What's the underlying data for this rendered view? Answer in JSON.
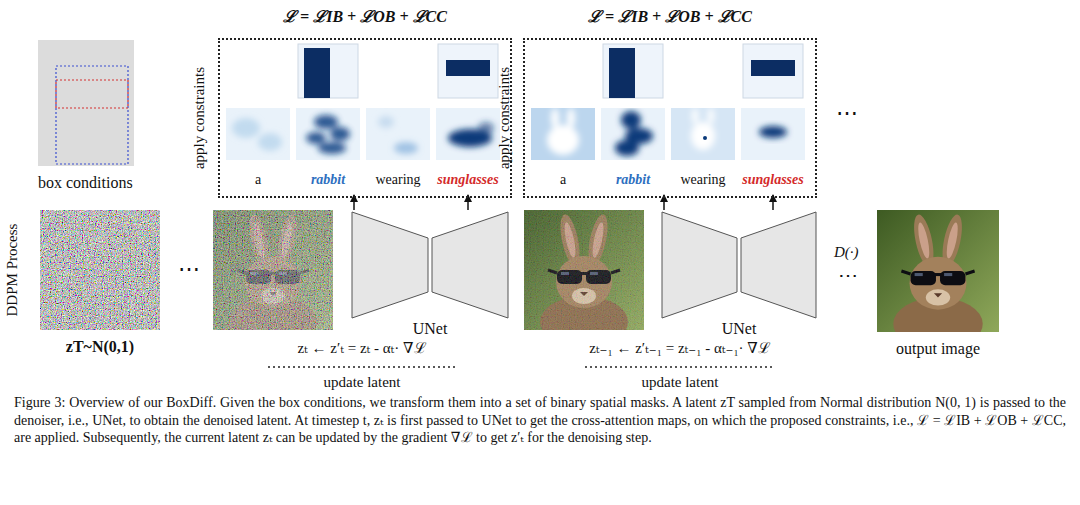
{
  "diagram": {
    "caption": "Figure 3: Overview of our BoxDiff. Given the box conditions, we transform them into a set of binary spatial masks. A latent zT sampled from Normal distribution N(0, 1) is passed to the denoiser, i.e., UNet, to obtain the denoised latent. At timestep t, zₜ is first passed to UNet to get the cross-attention maps, on which the proposed constraints, i.e., ℒ = ℒIB + ℒOB + ℒCC, are applied. Subsequently, the current latent zₜ can be updated by the gradient ∇ℒ to get z′ₜ for the denoising step.",
    "nodes": [
      {
        "text": [
          "box conditions"
        ]
      },
      {
        "text": [
          "ℒ = ℒIB + ℒOB + ℒCC",
          "apply constraints"
        ]
      },
      {
        "text": [
          "a"
        ],
        "in": 1
      },
      {
        "text": [
          "rabbit"
        ],
        "in": 1
      },
      {
        "text": [
          "wearing"
        ],
        "in": 1
      },
      {
        "text": [
          "sunglasses"
        ],
        "in": 1
      },
      {
        "text": [
          "ℒ = ℒIB + ℒOB + ℒCC",
          "apply constraints"
        ]
      },
      {
        "text": [
          "a"
        ],
        "in": 6
      },
      {
        "text": [
          "rabbit"
        ],
        "in": 6
      },
      {
        "text": [
          "wearing"
        ],
        "in": 6
      },
      {
        "text": [
          "sunglasses"
        ],
        "in": 6
      },
      {
        "text": [
          "zT~N(0,1)"
        ]
      },
      {
        "text": [
          "UNet"
        ]
      },
      {
        "text": [
          "UNet"
        ]
      },
      {
        "text": [
          "output image"
        ]
      }
    ],
    "edges": [
      {
        "from": 12,
        "to": 3,
        "arrow": "to"
      },
      {
        "from": 12,
        "to": 5,
        "arrow": "to"
      },
      {
        "from": 13,
        "to": 8,
        "arrow": "to"
      },
      {
        "from": 13,
        "to": 10,
        "arrow": "to"
      }
    ],
    "labels": [
      "DDPM Process",
      "⋯",
      "⋯",
      "D(·)",
      "⋯",
      "zₜ ← z′ₜ = zₜ - αₜ· ∇ℒ",
      "update latent",
      "zₜ₋₁ ← z′ₜ₋₁ = zₜ₋₁ - αₜ₋₁· ∇ℒ",
      "update latent"
    ]
  }
}
